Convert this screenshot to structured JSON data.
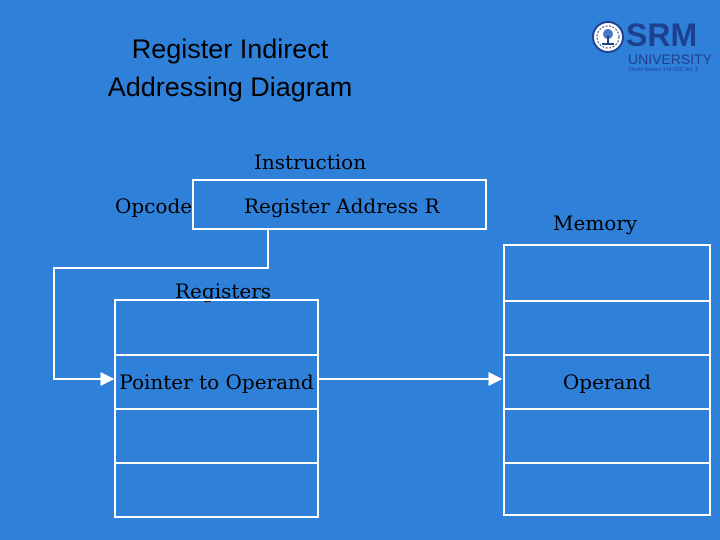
{
  "slide": {
    "title_line1": "Register Indirect",
    "title_line2": "Addressing Diagram"
  },
  "logo": {
    "name": "SRM",
    "subtitle": "UNIVERSITY",
    "tagline": "(Under Section 3 of UGC Act, 1956)",
    "color": "#1f3f8f"
  },
  "instruction": {
    "label": "Instruction",
    "opcode": "Opcode",
    "register_address": "Register Address R"
  },
  "registers": {
    "label": "Registers",
    "pointer_cell": "Pointer to Operand"
  },
  "memory": {
    "label": "Memory",
    "operand_cell": "Operand"
  },
  "colors": {
    "background": "#2f80d9",
    "lines": "#ffffff"
  }
}
